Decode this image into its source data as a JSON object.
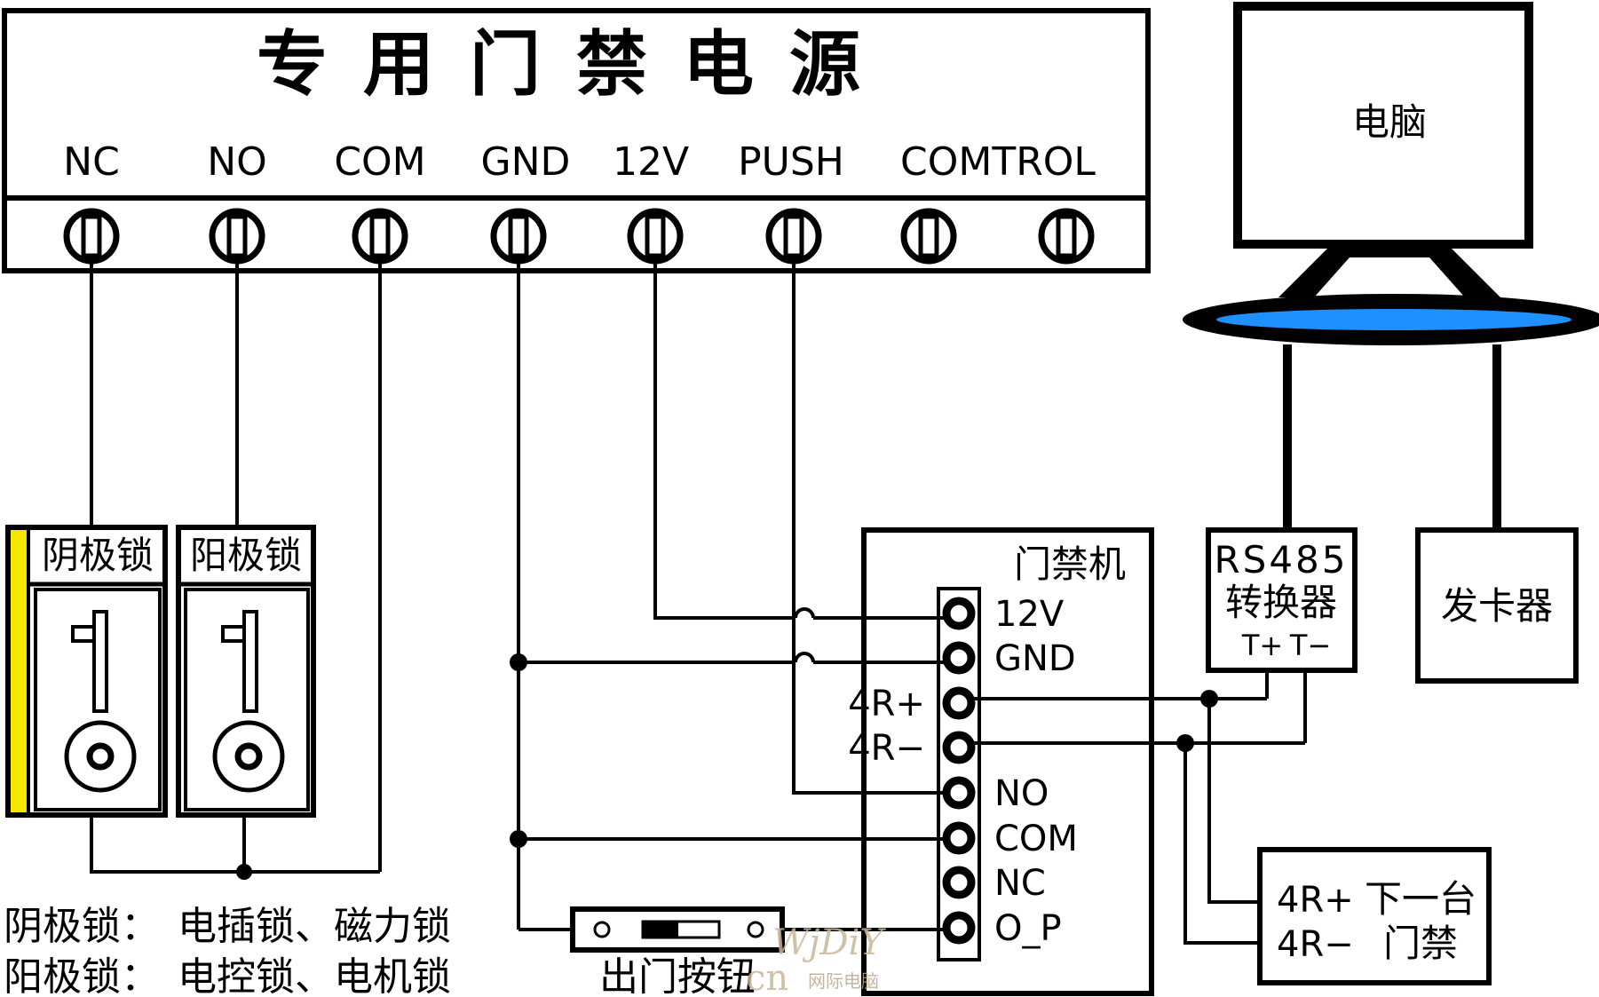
{
  "power_supply": {
    "title": "专用门禁电源",
    "terminals": [
      "NC",
      "NO",
      "COM",
      "GND",
      "12V",
      "PUSH",
      "COMTROL"
    ]
  },
  "computer": {
    "label": "电脑"
  },
  "locks": {
    "negative": {
      "label": "阴极锁"
    },
    "positive": {
      "label": "阳极锁"
    }
  },
  "controller": {
    "title": "门禁机",
    "pins_right": [
      "12V",
      "GND",
      "NO",
      "COM",
      "NC",
      "O_P"
    ],
    "pins_left": [
      "4R+",
      "4R−"
    ]
  },
  "rs485": {
    "line1": "RS485",
    "line2": "转换器",
    "tplus": "T+",
    "tminus": "T−"
  },
  "card_issuer": {
    "label": "发卡器"
  },
  "next_unit": {
    "r_plus": "4R+",
    "r_minus": "4R−",
    "text1": "下一台",
    "text2": "门禁"
  },
  "exit_button": {
    "label": "出门按钮"
  },
  "legend": {
    "line1": {
      "key": "阴极锁：",
      "value": "电插锁、磁力锁"
    },
    "line2": {
      "key": "阳极锁：",
      "value": "电控锁、电机锁"
    }
  },
  "watermark": {
    "brand": "WjDiY",
    "domain": "cn",
    "name": "网际电脑"
  },
  "colors": {
    "lock_stripe": "#f5e600",
    "disc_fill": "#1e90ff",
    "line": "#000000"
  }
}
